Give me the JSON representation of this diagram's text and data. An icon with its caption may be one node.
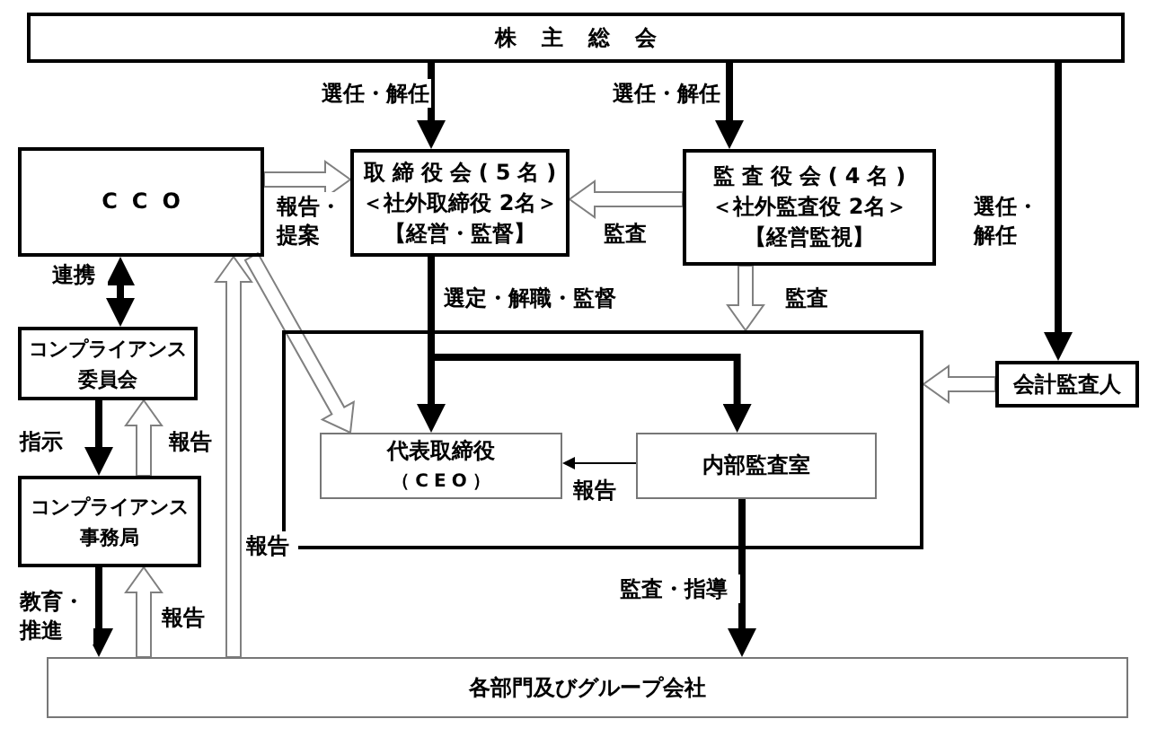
{
  "diagram": {
    "nodes": [
      {
        "text": [
          "株主総会"
        ]
      },
      {
        "text": [
          "CCO"
        ]
      },
      {
        "text": [
          "取締役会(5名)",
          "＜社外取締役 2名＞",
          "【経営・監督】"
        ]
      },
      {
        "text": [
          "監査役会(4名)",
          "＜社外監査役 2名＞",
          "【経営監視】"
        ]
      },
      {
        "text": [],
        "shape": "box"
      },
      {
        "text": [
          "代表取締役",
          "（CEO）"
        ],
        "in": 4
      },
      {
        "text": [
          "内部監査室"
        ],
        "in": 4
      },
      {
        "text": [
          "会計監査人"
        ]
      },
      {
        "text": [
          "コンプライアンス委員会"
        ]
      },
      {
        "text": [
          "コンプライアンス事務局"
        ]
      },
      {
        "text": [
          "各部門及びグループ会社"
        ]
      }
    ],
    "edges": [
      {
        "from": 0,
        "to": 2,
        "arrow": "to",
        "label": "選任・解任"
      },
      {
        "from": 0,
        "to": 3,
        "arrow": "to",
        "label": "選任・解任"
      },
      {
        "from": 0,
        "to": 7,
        "arrow": "to",
        "label": "選任・解任"
      },
      {
        "from": 1,
        "to": 2,
        "arrow": "to",
        "label": "報告・提案",
        "color": "#808080"
      },
      {
        "from": 3,
        "to": 2,
        "arrow": "to",
        "label": "監査",
        "color": "#808080"
      },
      {
        "from": 1,
        "to": 8,
        "arrow": "both",
        "label": "連携"
      },
      {
        "from": 2,
        "to": 5,
        "arrow": "to",
        "label": "選定・解職・監督"
      },
      {
        "from": 2,
        "to": 6,
        "arrow": "to"
      },
      {
        "from": 3,
        "to": 4,
        "arrow": "to",
        "label": "監査",
        "color": "#808080"
      },
      {
        "from": 7,
        "to": 4,
        "arrow": "to",
        "color": "#808080"
      },
      {
        "from": 6,
        "to": 5,
        "arrow": "to",
        "label": "報告"
      },
      {
        "from": 6,
        "to": 10,
        "arrow": "to",
        "label": "監査・指導"
      },
      {
        "from": 8,
        "to": 9,
        "arrow": "to",
        "label": "指示"
      },
      {
        "from": 9,
        "to": 8,
        "arrow": "to",
        "label": "報告",
        "color": "#808080"
      },
      {
        "from": 9,
        "to": 10,
        "arrow": "to",
        "label": "教育・推進"
      },
      {
        "from": 10,
        "to": 9,
        "arrow": "to",
        "label": "報告",
        "color": "#808080"
      },
      {
        "from": 10,
        "to": 1,
        "arrow": "to",
        "label": "報告",
        "color": "#808080"
      },
      {
        "from": 1,
        "to": 5,
        "arrow": "to",
        "color": "#808080"
      }
    ]
  }
}
